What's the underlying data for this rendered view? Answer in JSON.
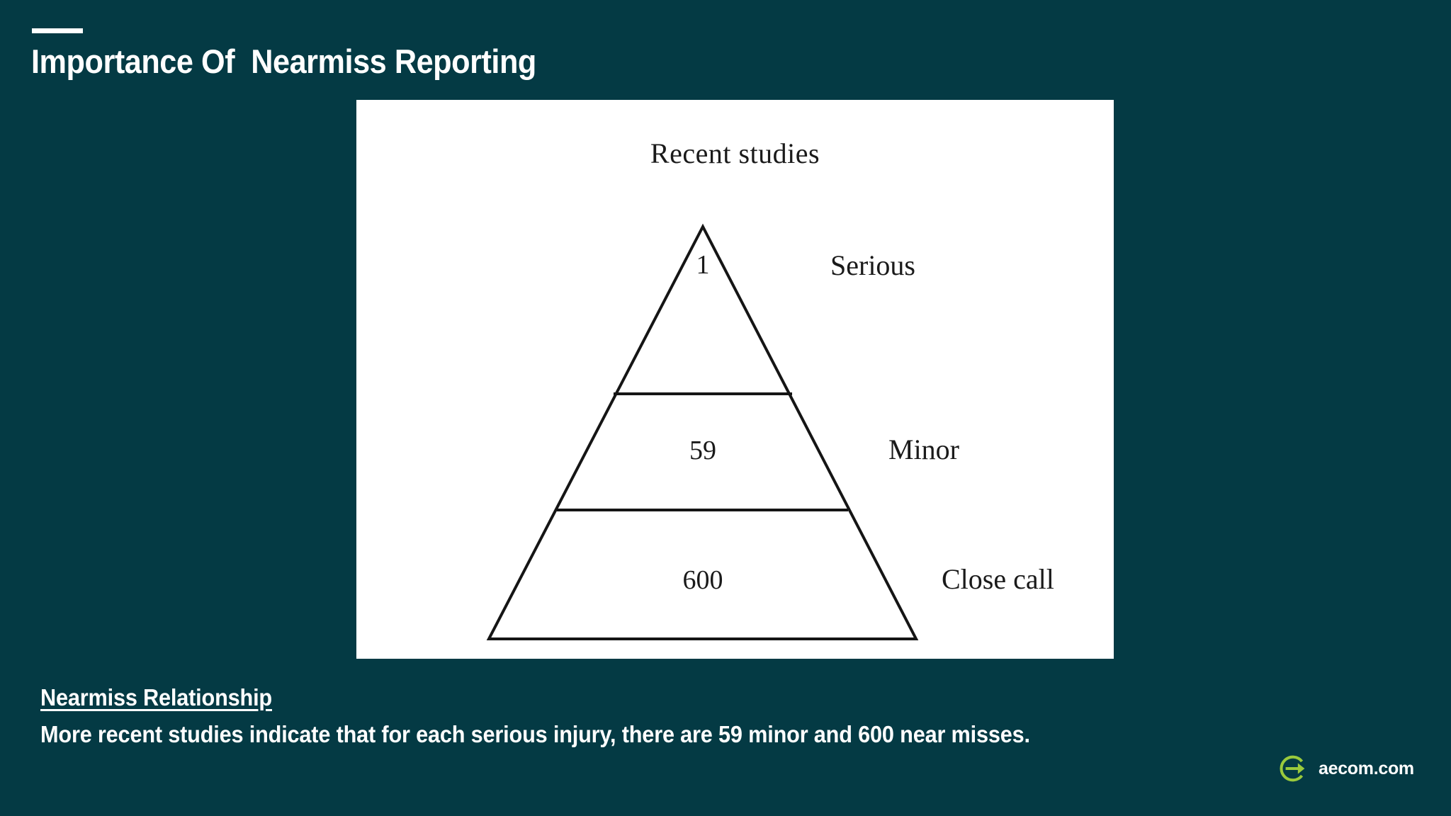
{
  "slide": {
    "background_color": "#043a44",
    "title": "Importance Of  Nearmiss Reporting",
    "accent_rule_color": "#ffffff"
  },
  "figure": {
    "panel_background": "#ffffff",
    "caption": "Recent studies",
    "tiers": [
      {
        "value": "1",
        "label": "Serious"
      },
      {
        "value": "59",
        "label": "Minor"
      },
      {
        "value": "600",
        "label": "Close call"
      }
    ]
  },
  "chart_data": {
    "type": "pie",
    "title": "Recent studies",
    "categories": [
      "Serious",
      "Minor",
      "Close call"
    ],
    "values": [
      1,
      59,
      600
    ],
    "xlabel": "",
    "ylabel": "",
    "annotations": [
      "1 Serious",
      "59 Minor",
      "600 Close call"
    ],
    "legend_position": "right"
  },
  "footer": {
    "heading": "Nearmiss Relationship",
    "body": "More recent studies indicate that for each serious injury, there are 59 minor and 600 near misses."
  },
  "brand": {
    "name": "aecom.com",
    "mark_color": "#9ACA3C",
    "mark_icon": "circle-arrow-right-icon"
  }
}
